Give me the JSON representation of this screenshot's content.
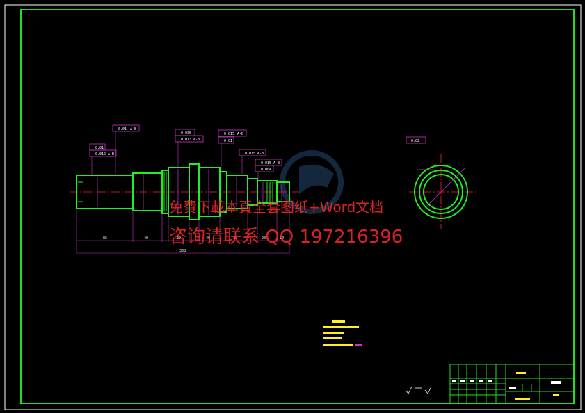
{
  "watermark": {
    "line1": "免費下載本頁全套图纸+Word文档",
    "line2": "咨询请联系 QQ 197216396"
  },
  "tolerances": {
    "t1": "0.01",
    "t1_ref": "A-B",
    "t2": "0.035",
    "t3": "0.013",
    "t3_ref": "A-B",
    "t4": "0.015",
    "t4_ref": "A-B",
    "t5": "0.01",
    "t6": "0.01",
    "t7": "0.012",
    "t7_ref": "A-B",
    "t8": "0.015",
    "t8_ref": "A-B",
    "t9": "0.015",
    "t9_ref": "A-B",
    "t10": "0.004",
    "t11": "0.02"
  },
  "dimensions": {
    "overall": "308",
    "seg1": "86",
    "seg2": "40",
    "seg3": "30",
    "seg4": "40",
    "seg5": "30",
    "seg6": "20",
    "seg7": "10"
  },
  "colors": {
    "border": "#22dd22",
    "shaft": "#22ee22",
    "dim": "#cc33cc",
    "center": "#ff2222",
    "text_yellow": "#ffee22",
    "white": "#ffffff",
    "cyan": "#22dddd"
  }
}
